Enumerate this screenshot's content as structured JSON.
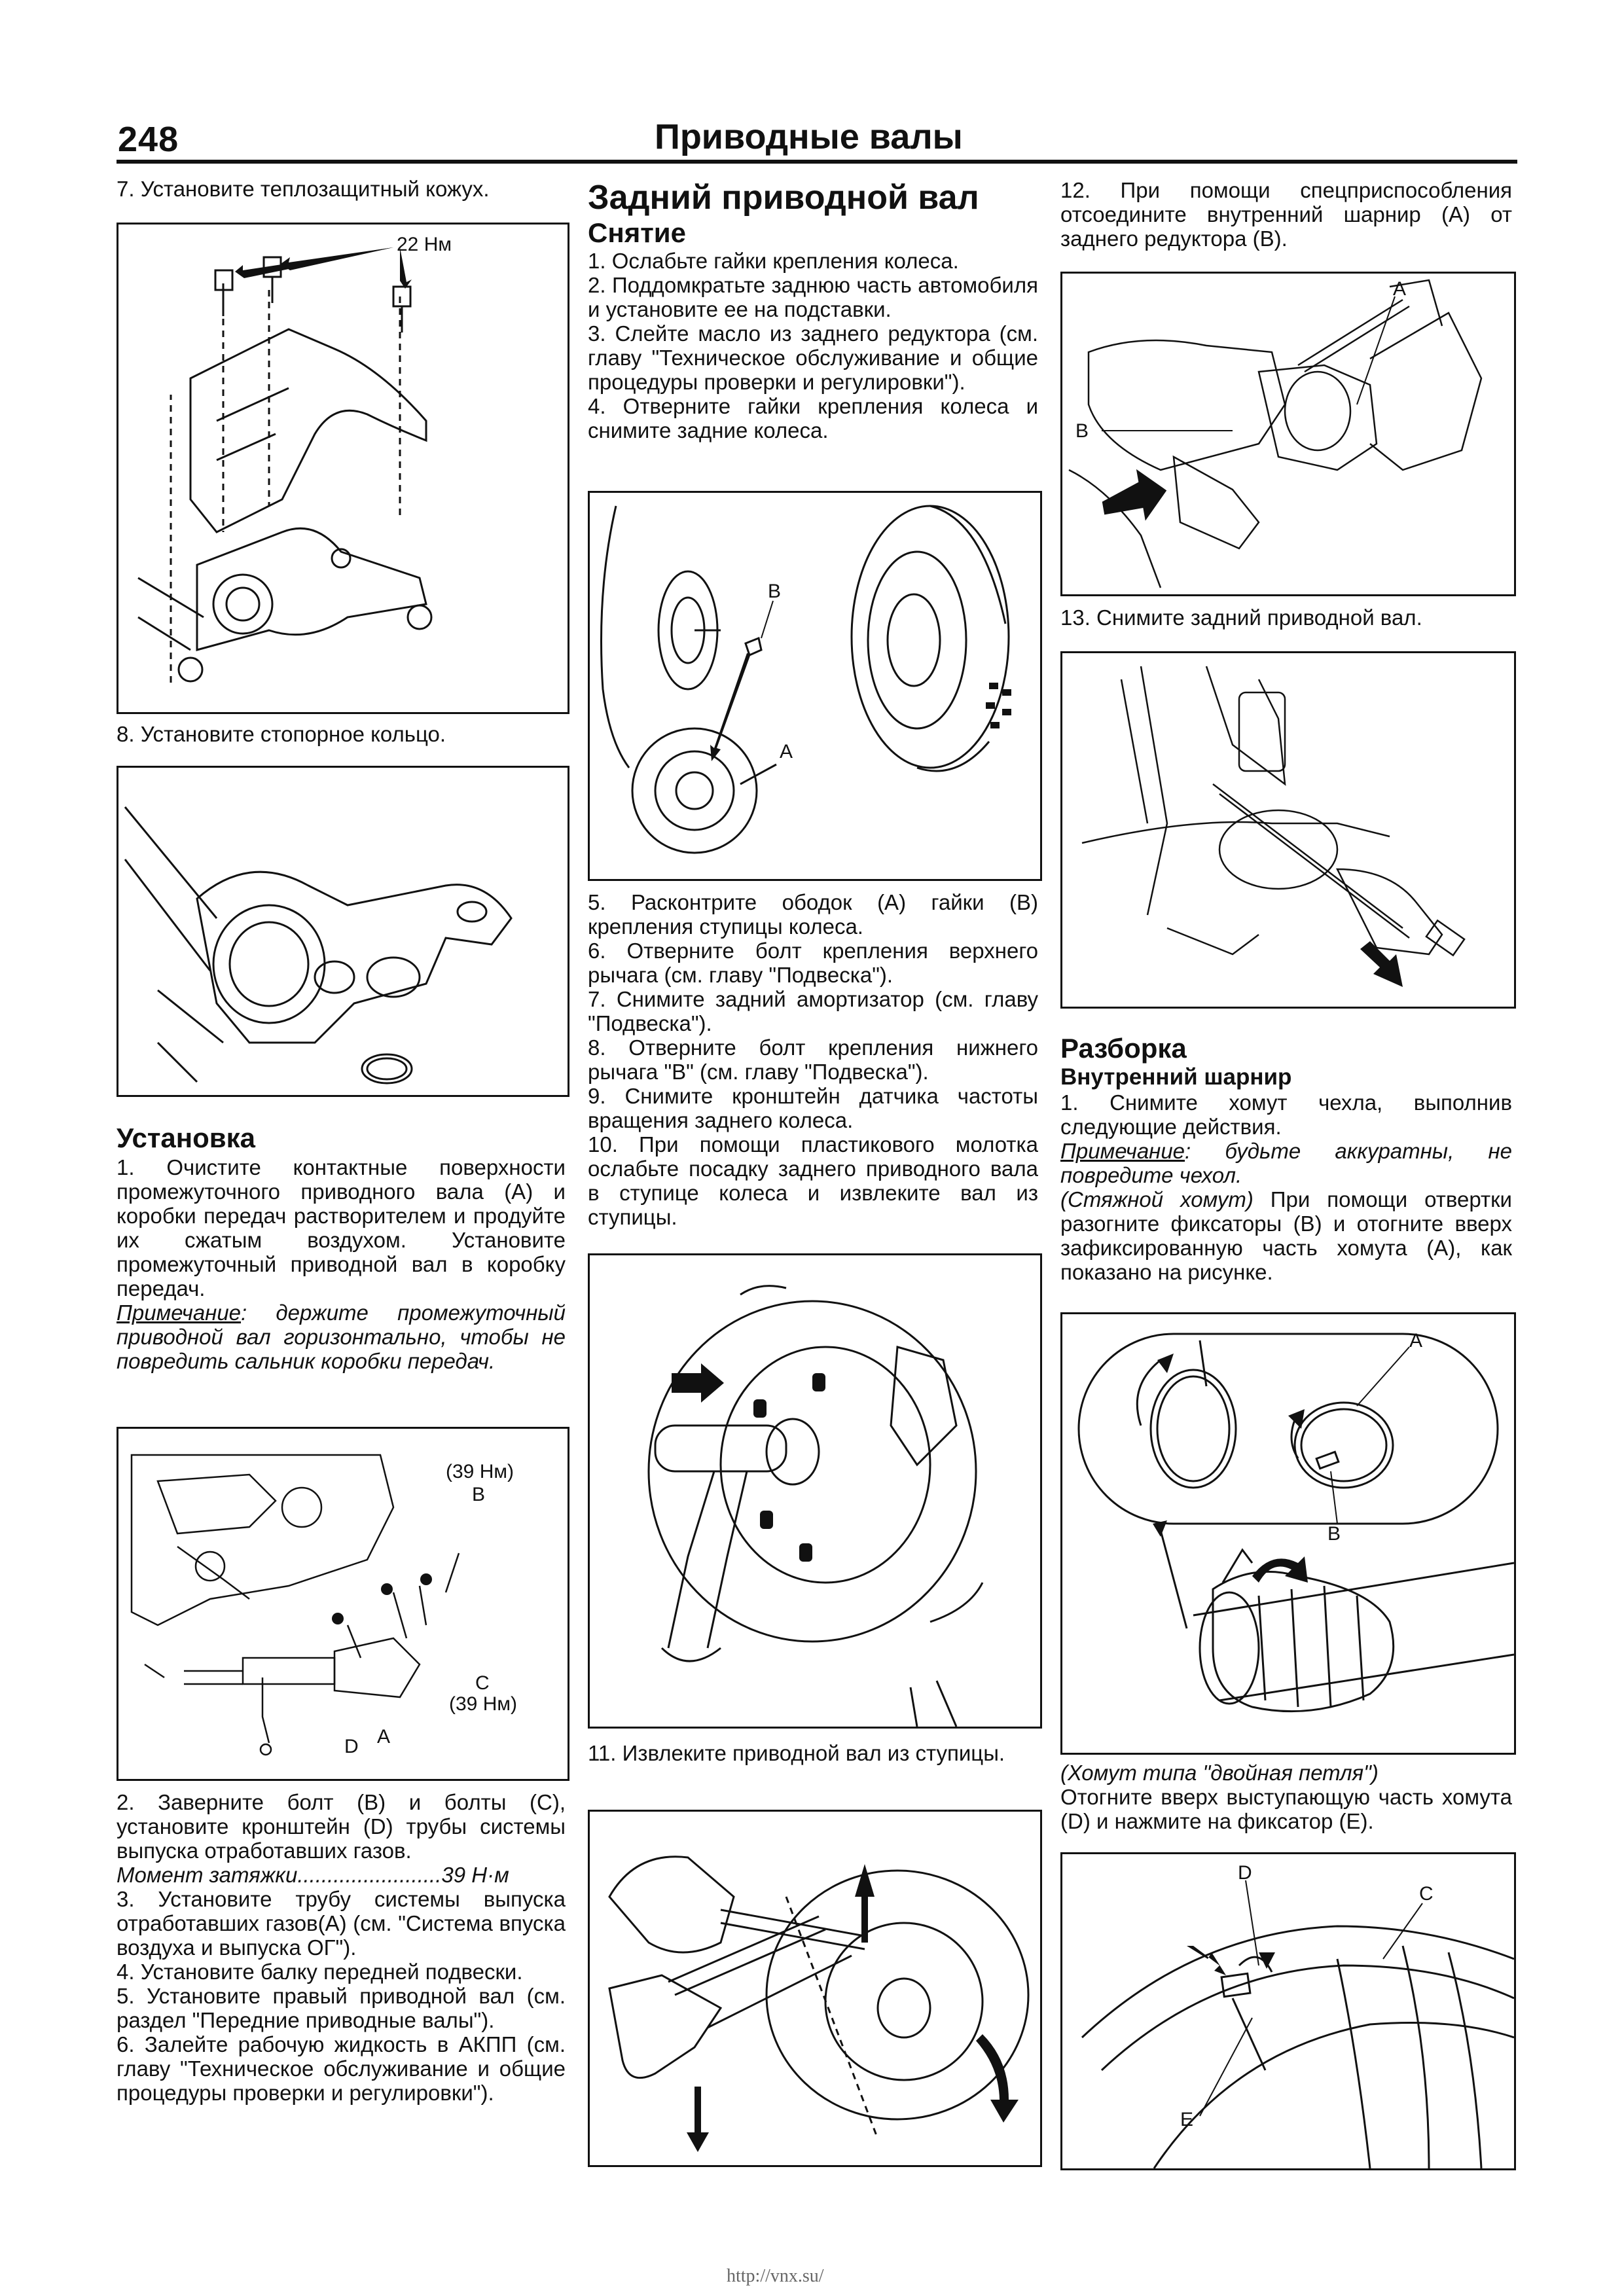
{
  "header": {
    "page_number": "248",
    "title": "Приводные валы"
  },
  "col1": {
    "step7": "7. Установите теплозащитный кожух.",
    "fig1_label": "22 Нм",
    "step8": "8. Установите стопорное кольцо.",
    "heading": "Установка",
    "install1": "1. Очистите контактные поверхности промежуточного приводного вала (A) и коробки передач растворителем и продуйте их сжатым воздухом. Установите промежуточный приводной вал в коробку передач.",
    "note_label": "Примечание",
    "note_text": ": держите промежуточный приводной вал горизонтально, чтобы не повредить сальник коробки передач.",
    "fig3_labels": {
      "b_torque": "(39 Нм)",
      "b": "B",
      "c": "C",
      "c_torque": "(39 Нм)",
      "d": "D",
      "a": "A"
    },
    "install2": "2. Заверните болт (B) и болты (C), установите кронштейн (D) трубы системы выпуска отработавших газов.",
    "torque": "Момент затяжки........................39 Н·м",
    "install3": "3. Установите трубу системы выпуска отработавших газов(A) (см. \"Система впуска воздуха и выпуска ОГ\").",
    "install4": "4. Установите балку передней подвески.",
    "install5": "5. Установите правый приводной вал (см. раздел \"Передние приводные валы\").",
    "install6": "6. Залейте рабочую жидкость в АКПП (см. главу \"Техническое обслуживание и общие процедуры проверки и регулировки\")."
  },
  "col2": {
    "heading": "Задний приводной вал",
    "subheading": "Снятие",
    "steps_a": [
      "1. Ослабьте гайки крепления колеса.",
      "2. Поддомкратьте заднюю часть автомобиля и установите ее на подставки.",
      "3. Слейте масло из заднего редуктора (см. главу \"Техническое обслуживание и общие процедуры проверки и регулировки\").",
      "4. Отверните гайки крепления колеса и снимите задние колеса."
    ],
    "fig4_labels": {
      "b": "B",
      "a": "A"
    },
    "steps_b": [
      "5. Расконтрите ободок (A) гайки (B) крепления ступицы колеса.",
      "6. Отверните болт крепления верхнего рычага (см. главу \"Подвеска\").",
      "7. Снимите задний амортизатор (см. главу \"Подвеска\").",
      "8. Отверните болт крепления нижнего рычага \"B\" (см. главу \"Подвеска\").",
      "9. Снимите кронштейн датчика частоты вращения заднего колеса.",
      "10. При помощи пластикового молотка ослабьте посадку заднего приводного вала в ступице колеса и извлеките вал из ступицы."
    ],
    "step11": "11. Извлеките приводной вал из ступицы."
  },
  "col3": {
    "step12": "12. При помощи спецприспособления отсоедините внутренний шарнир (A) от заднего редуктора (B).",
    "fig7_labels": {
      "a": "A",
      "b": "B"
    },
    "step13": "13. Снимите задний приводной вал.",
    "heading": "Разборка",
    "subheading": "Внутренний шарнир",
    "dis1": "1. Снимите хомут чехла, выполнив следующие действия.",
    "note_label": "Примечание",
    "note_text": ": будьте аккуратны, не повредите чехол.",
    "clamp_label": "(Стяжной хомут)",
    "clamp_text": " При помощи отвертки разогните фиксаторы (B) и отогните вверх зафиксированную часть хомута (A), как показано на рисунке.",
    "fig9_labels": {
      "a": "A",
      "b": "B"
    },
    "double_label": "(Хомут типа \"двойная петля\")",
    "double_text": "Отогните вверх выступающую часть хомута (D) и нажмите на фиксатор (E).",
    "fig10_labels": {
      "d": "D",
      "c": "C",
      "e": "E"
    }
  },
  "footer": {
    "url": "http://vnx.su/"
  }
}
